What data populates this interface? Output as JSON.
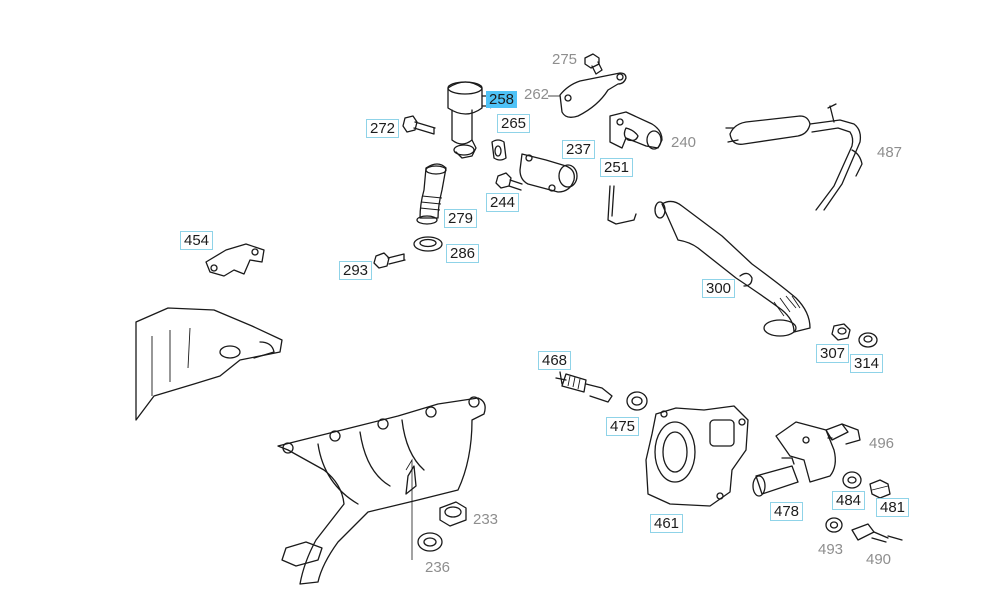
{
  "diagram": {
    "callouts": [
      {
        "id": "275",
        "label": "275",
        "style": "plain"
      },
      {
        "id": "258",
        "label": "258",
        "style": "active"
      },
      {
        "id": "262",
        "label": "262",
        "style": "plain"
      },
      {
        "id": "272",
        "label": "272",
        "style": "boxed"
      },
      {
        "id": "265",
        "label": "265",
        "style": "boxed"
      },
      {
        "id": "237",
        "label": "237",
        "style": "boxed"
      },
      {
        "id": "240",
        "label": "240",
        "style": "plain"
      },
      {
        "id": "251",
        "label": "251",
        "style": "boxed"
      },
      {
        "id": "487",
        "label": "487",
        "style": "plain"
      },
      {
        "id": "244",
        "label": "244",
        "style": "boxed"
      },
      {
        "id": "279",
        "label": "279",
        "style": "boxed"
      },
      {
        "id": "454",
        "label": "454",
        "style": "boxed"
      },
      {
        "id": "286",
        "label": "286",
        "style": "boxed"
      },
      {
        "id": "293",
        "label": "293",
        "style": "boxed"
      },
      {
        "id": "300",
        "label": "300",
        "style": "boxed"
      },
      {
        "id": "307",
        "label": "307",
        "style": "boxed"
      },
      {
        "id": "314",
        "label": "314",
        "style": "boxed"
      },
      {
        "id": "468",
        "label": "468",
        "style": "boxed"
      },
      {
        "id": "475",
        "label": "475",
        "style": "boxed"
      },
      {
        "id": "496",
        "label": "496",
        "style": "plain"
      },
      {
        "id": "484",
        "label": "484",
        "style": "boxed"
      },
      {
        "id": "481",
        "label": "481",
        "style": "boxed"
      },
      {
        "id": "233",
        "label": "233",
        "style": "plain"
      },
      {
        "id": "461",
        "label": "461",
        "style": "boxed"
      },
      {
        "id": "478",
        "label": "478",
        "style": "boxed"
      },
      {
        "id": "493",
        "label": "493",
        "style": "plain"
      },
      {
        "id": "490",
        "label": "490",
        "style": "plain"
      },
      {
        "id": "236",
        "label": "236",
        "style": "plain"
      }
    ]
  }
}
